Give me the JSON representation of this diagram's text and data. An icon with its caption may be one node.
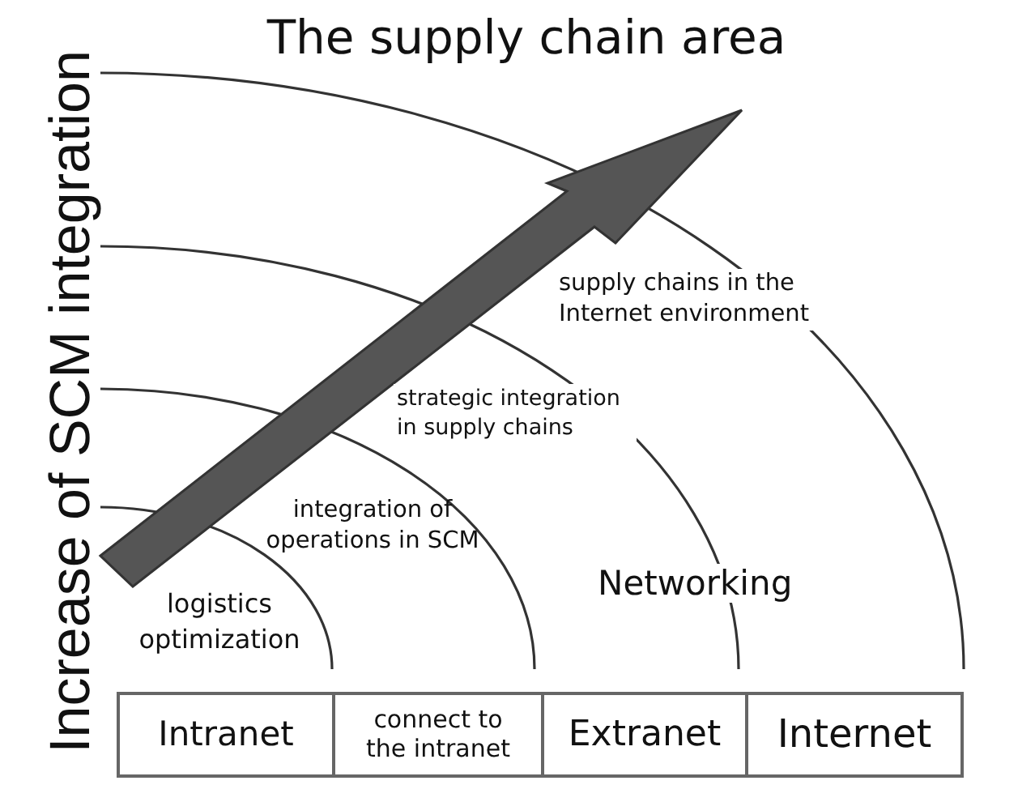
{
  "diagram": {
    "title": "The supply chain area",
    "nodes": [
      {
        "text": [
          "Intranet"
        ]
      },
      {
        "text": [
          "connect to the intranet"
        ]
      },
      {
        "text": [
          "Extranet"
        ]
      },
      {
        "text": [
          "Internet"
        ]
      }
    ],
    "labels": [
      "Increase of SCM integration",
      "supply chains in the Internet environment",
      "strategic integration in supply chains",
      "integration of operations in SCM",
      "logistics optimization",
      "Networking"
    ]
  }
}
